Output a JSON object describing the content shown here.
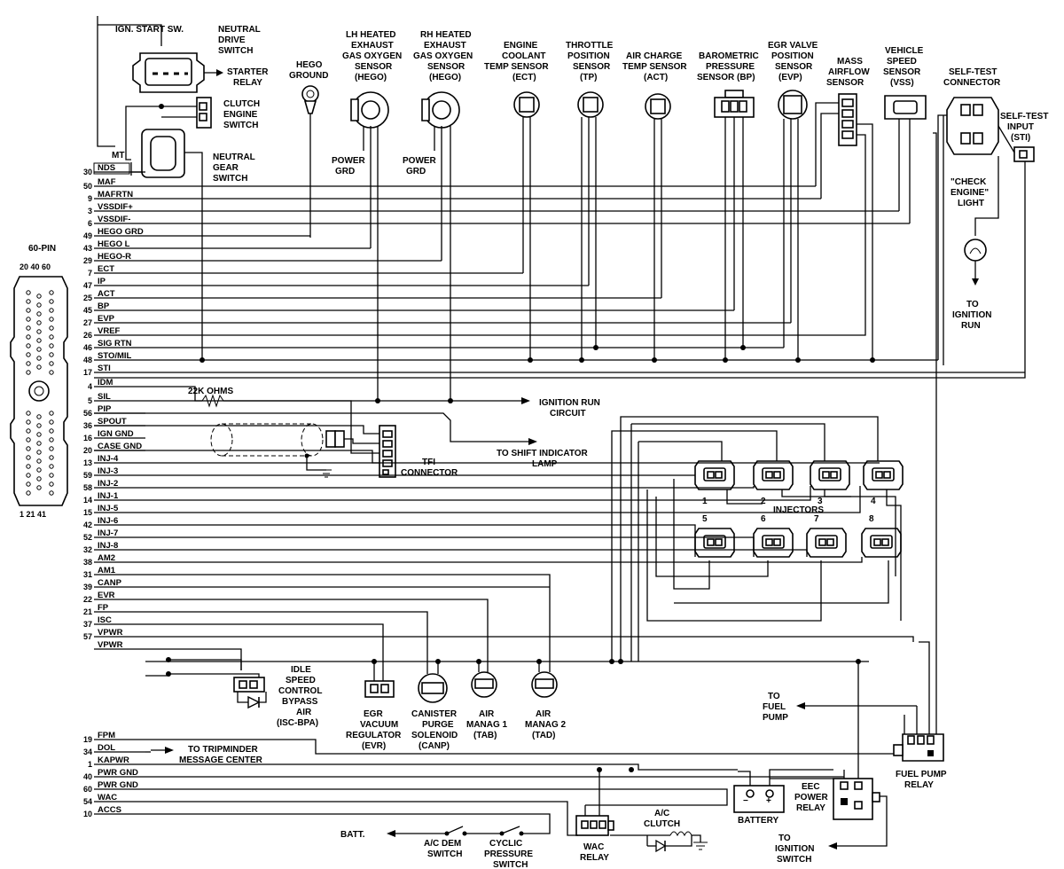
{
  "ecu": {
    "title": "60-PIN",
    "top_pins": "20  40  60",
    "bottom_pins": "1  21  41"
  },
  "pin_rows": [
    {
      "pin": "30",
      "signal": "NDS"
    },
    {
      "pin": "50",
      "signal": "MAF"
    },
    {
      "pin": "9",
      "signal": "MAFRTN"
    },
    {
      "pin": "3",
      "signal": "VSSDIF+"
    },
    {
      "pin": "6",
      "signal": "VSSDIF-"
    },
    {
      "pin": "49",
      "signal": "HEGO GRD"
    },
    {
      "pin": "43",
      "signal": "HEGO L"
    },
    {
      "pin": "29",
      "signal": "HEGO-R"
    },
    {
      "pin": "7",
      "signal": "ECT"
    },
    {
      "pin": "47",
      "signal": "IP"
    },
    {
      "pin": "25",
      "signal": "ACT"
    },
    {
      "pin": "45",
      "signal": "BP"
    },
    {
      "pin": "27",
      "signal": "EVP"
    },
    {
      "pin": "26",
      "signal": "VREF"
    },
    {
      "pin": "46",
      "signal": "SIG RTN"
    },
    {
      "pin": "48",
      "signal": "STO/MIL"
    },
    {
      "pin": "17",
      "signal": "STI"
    },
    {
      "pin": "4",
      "signal": "IDM"
    },
    {
      "pin": "5",
      "signal": "SIL"
    },
    {
      "pin": "56",
      "signal": "PIP"
    },
    {
      "pin": "36",
      "signal": "SPOUT"
    },
    {
      "pin": "16",
      "signal": "IGN GND"
    },
    {
      "pin": "20",
      "signal": "CASE GND"
    },
    {
      "pin": "13",
      "signal": "INJ-4"
    },
    {
      "pin": "59",
      "signal": "INJ-3"
    },
    {
      "pin": "58",
      "signal": "INJ-2"
    },
    {
      "pin": "14",
      "signal": "INJ-1"
    },
    {
      "pin": "15",
      "signal": "INJ-5"
    },
    {
      "pin": "42",
      "signal": "INJ-6"
    },
    {
      "pin": "52",
      "signal": "INJ-7"
    },
    {
      "pin": "32",
      "signal": "INJ-8"
    },
    {
      "pin": "38",
      "signal": "AM2"
    },
    {
      "pin": "31",
      "signal": "AM1"
    },
    {
      "pin": "39",
      "signal": "CANP"
    },
    {
      "pin": "22",
      "signal": "EVR"
    },
    {
      "pin": "21",
      "signal": "FP"
    },
    {
      "pin": "37",
      "signal": "ISC"
    },
    {
      "pin": "57",
      "signal": "VPWR"
    },
    {
      "pin": "",
      "signal": "VPWR"
    }
  ],
  "pin_rows_bottom": [
    {
      "pin": "19",
      "signal": "FPM"
    },
    {
      "pin": "34",
      "signal": "DOL"
    },
    {
      "pin": "1",
      "signal": "KAPWR"
    },
    {
      "pin": "40",
      "signal": "PWR GND"
    },
    {
      "pin": "60",
      "signal": "PWR GND"
    },
    {
      "pin": "54",
      "signal": "WAC"
    },
    {
      "pin": "10",
      "signal": "ACCS"
    }
  ],
  "labels": {
    "ign_start": "IGN. START SW.",
    "neutral_drive": [
      "NEUTRAL",
      "DRIVE",
      "SWITCH"
    ],
    "starter_relay": [
      "STARTER",
      "RELAY"
    ],
    "clutch_engine": [
      "CLUTCH",
      "ENGINE",
      "SWITCH"
    ],
    "mt": "MT",
    "neutral_gear": [
      "NEUTRAL",
      "GEAR",
      "SWITCH"
    ],
    "hego_ground": [
      "HEGO",
      "GROUND"
    ],
    "lh_hego": [
      "LH HEATED",
      "EXHAUST",
      "GAS OXYGEN",
      "SENSOR",
      "(HEGO)"
    ],
    "rh_hego": [
      "RH HEATED",
      "EXHAUST",
      "GAS OXYGEN",
      "SENSOR",
      "(HEGO)"
    ],
    "power_grd_1": [
      "POWER",
      "GRD"
    ],
    "power_grd_2": [
      "POWER",
      "GRD"
    ],
    "ect": [
      "ENGINE",
      "COOLANT",
      "TEMP SENSOR",
      "(ECT)"
    ],
    "tp": [
      "THROTTLE",
      "POSITION",
      "SENSOR",
      "(TP)"
    ],
    "act": [
      "AIR CHARGE",
      "TEMP SENSOR",
      "(ACT)"
    ],
    "bp": [
      "BAROMETRIC",
      "PRESSURE",
      "SENSOR (BP)"
    ],
    "evp": [
      "EGR VALVE",
      "POSITION",
      "SENSOR",
      "(EVP)"
    ],
    "maf": [
      "MASS",
      "AIRFLOW",
      "SENSOR"
    ],
    "vss": [
      "VEHICLE",
      "SPEED",
      "SENSOR",
      "(VSS)"
    ],
    "self_test": [
      "SELF-TEST",
      "CONNECTOR"
    ],
    "sti": [
      "SELF-TEST",
      "INPUT",
      "(STI)"
    ],
    "check_engine": [
      "\"CHECK",
      "ENGINE\"",
      "LIGHT"
    ],
    "to_ign_run": [
      "TO",
      "IGNITION",
      "RUN"
    ],
    "ohms": "22K OHMS",
    "ign_run_circuit": [
      "IGNITION RUN",
      "CIRCUIT"
    ],
    "shift_lamp": [
      "TO SHIFT INDICATOR",
      "LAMP"
    ],
    "tfi": [
      "TFI",
      "CONNECTOR"
    ],
    "injectors": "INJECTORS",
    "inj_numbers_top": [
      "1",
      "2",
      "3",
      "4"
    ],
    "inj_numbers_bottom": [
      "5",
      "6",
      "7",
      "8"
    ],
    "isc_bpa": [
      "IDLE",
      "SPEED",
      "CONTROL",
      "BYPASS",
      "AIR",
      "(ISC-BPA)"
    ],
    "evr": [
      "EGR",
      "VACUUM",
      "REGULATOR",
      "(EVR)"
    ],
    "canp": [
      "CANISTER",
      "PURGE",
      "SOLENOID",
      "(CANP)"
    ],
    "tab": [
      "AIR",
      "MANAG 1",
      "(TAB)"
    ],
    "tad": [
      "AIR",
      "MANAG 2",
      "(TAD)"
    ],
    "to_fuel_pump": [
      "TO",
      "FUEL",
      "PUMP"
    ],
    "tripminder": [
      "TO TRIPMINDER",
      "MESSAGE CENTER"
    ],
    "fuel_pump_relay": [
      "FUEL PUMP",
      "RELAY"
    ],
    "eec_relay": [
      "EEC",
      "POWER",
      "RELAY"
    ],
    "battery": "BATTERY",
    "to_ign_switch": [
      "TO",
      "IGNITION",
      "SWITCH"
    ],
    "ac_clutch": [
      "A/C",
      "CLUTCH"
    ],
    "wac_relay": [
      "WAC",
      "RELAY"
    ],
    "batt": "BATT.",
    "ac_dem": [
      "A/C DEM",
      "SWITCH"
    ],
    "cyclic": [
      "CYCLIC",
      "PRESSURE",
      "SWITCH"
    ]
  }
}
